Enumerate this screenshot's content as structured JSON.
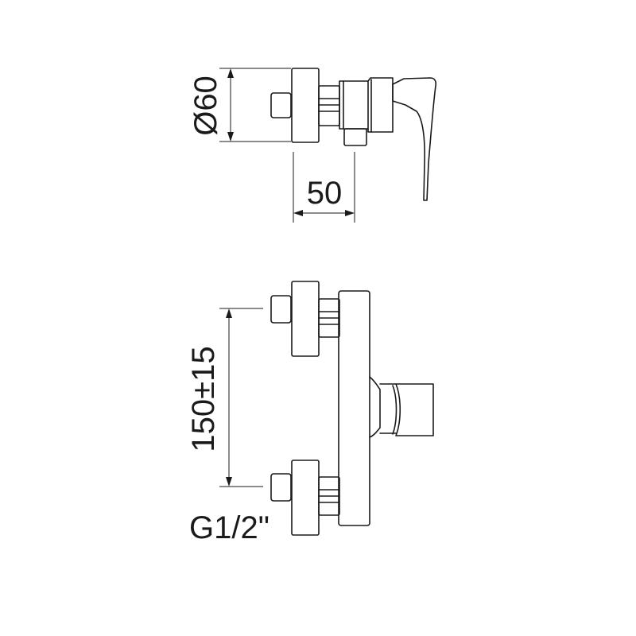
{
  "dimensions": {
    "diameter": "Ø60",
    "depth": "50",
    "spacing": "150±15",
    "thread": "G1/2\""
  }
}
